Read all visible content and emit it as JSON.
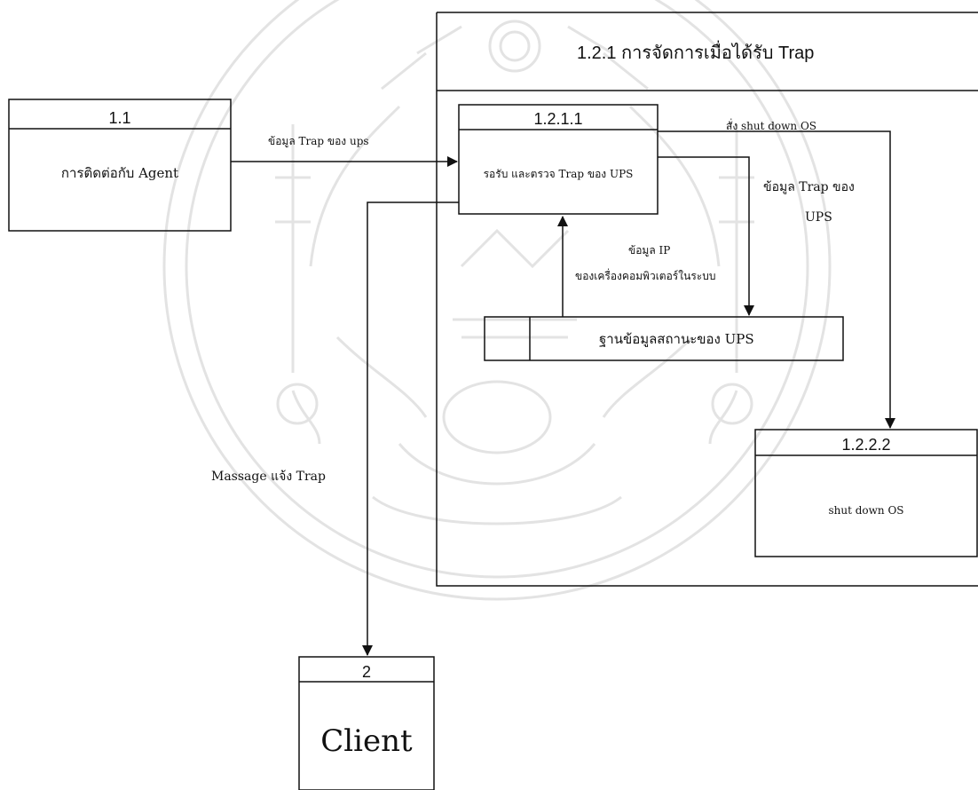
{
  "frame": {
    "title": "1.2.1 การจัดการเมื่อได้รับ Trap"
  },
  "processes": {
    "p1_1": {
      "id": "1.1",
      "name": "การติดต่อกับ Agent"
    },
    "p1_2_1_1": {
      "id": "1.2.1.1",
      "name": "รอรับ และตรวจ Trap ของ UPS"
    },
    "p1_2_2_2": {
      "id": "1.2.2.2",
      "name": "shut down OS"
    },
    "p2": {
      "id": "2",
      "name": "Client"
    }
  },
  "datastore": {
    "name": "ฐานข้อมูลสถานะของ UPS"
  },
  "flows": {
    "agent_to_receive": "ข้อมูล Trap ของ ups",
    "shutdown_command": "สั่ง shut down OS",
    "trap_data_line1": "ข้อมูล Trap ของ",
    "trap_data_line2": "UPS",
    "ip_data_line1": "ข้อมูล IP",
    "ip_data_line2": "ของเครื่องคอมพิวเตอร์ในระบบ",
    "trap_message": "Massage แจ้ง Trap"
  },
  "watermark": {
    "kind": "university-seal"
  }
}
